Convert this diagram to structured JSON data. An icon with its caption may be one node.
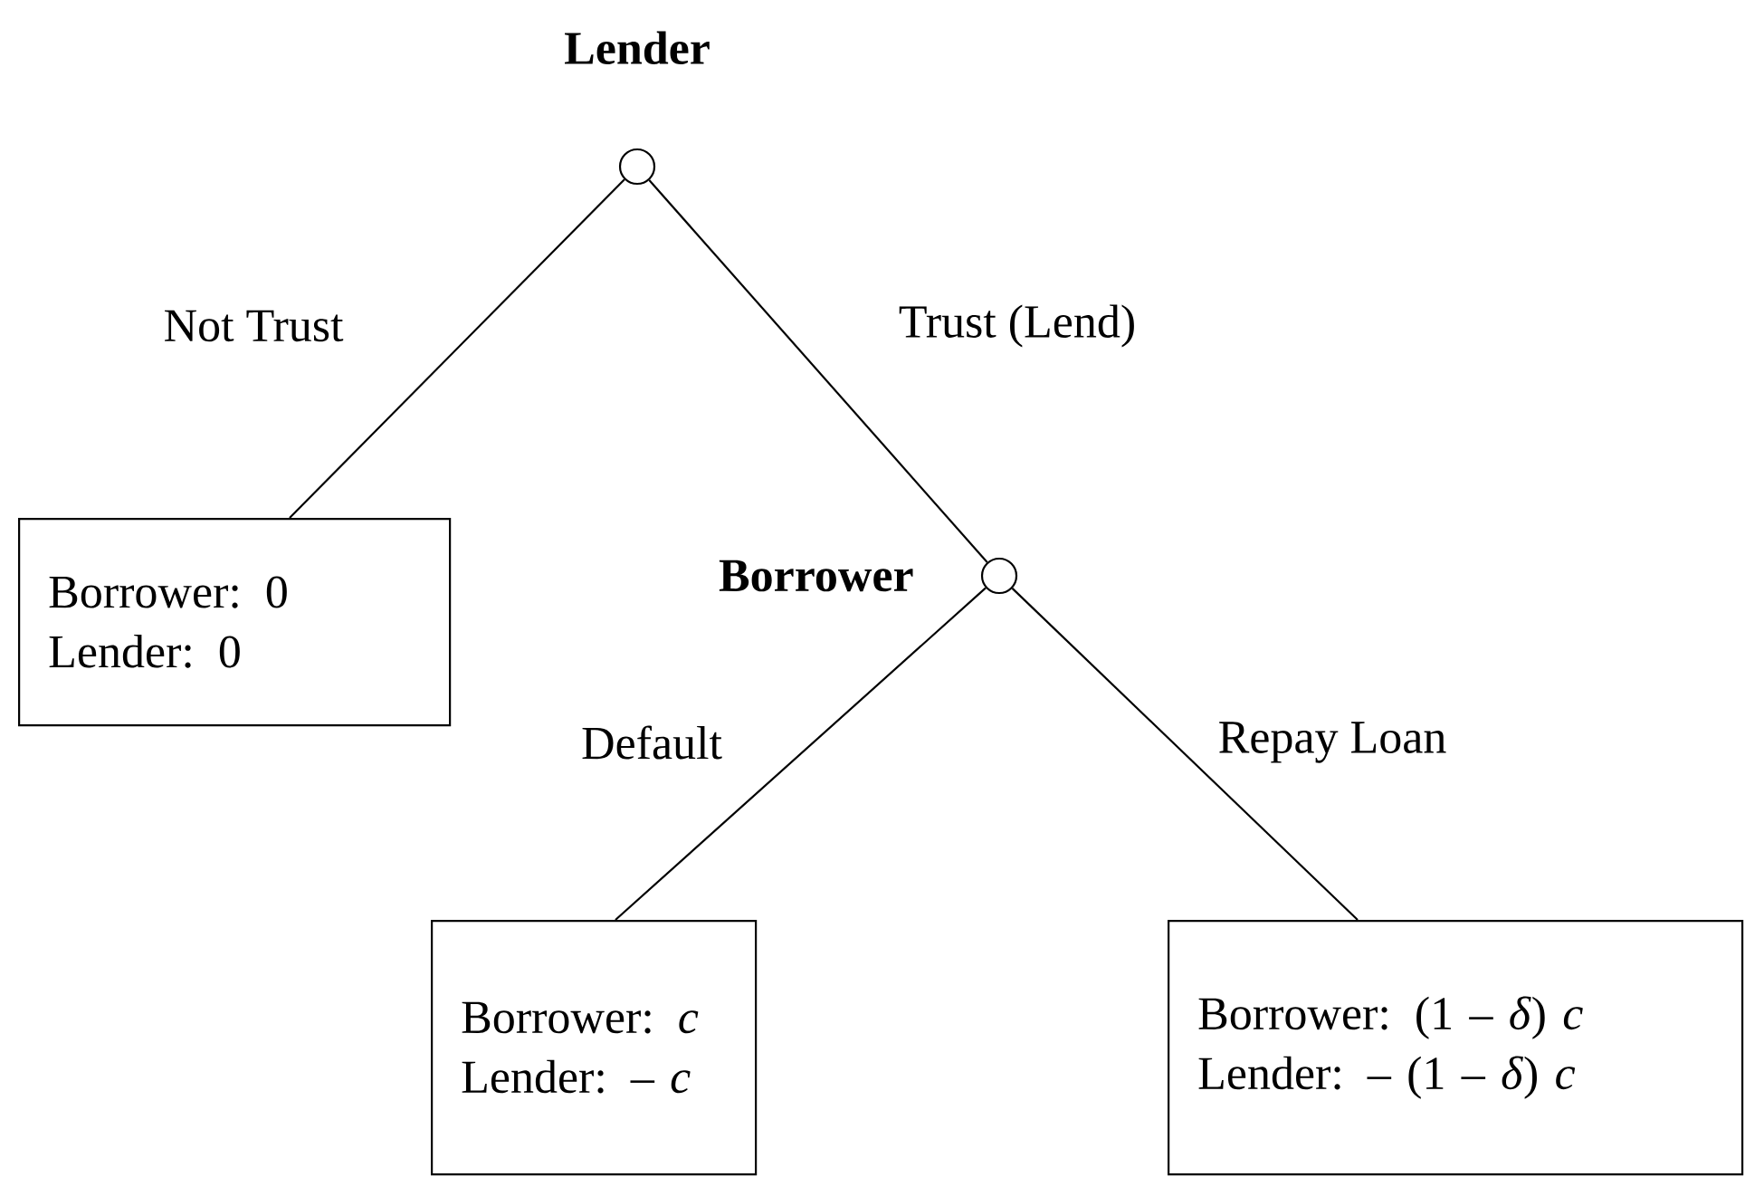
{
  "diagram": {
    "nodes": [
      {
        "text": [],
        "shape": "circle",
        "beside": [
          "Lender"
        ]
      },
      {
        "text": [
          "Borrower:  0",
          "Lender:  0"
        ]
      },
      {
        "text": [],
        "shape": "circle",
        "beside": [
          "Borrower"
        ]
      },
      {
        "text": [
          "Borrower:  *c*",
          "Lender:  – *c*"
        ]
      },
      {
        "text": [
          "Borrower:  (1 – *δ*) *c*",
          "Lender: – (1 – *δ*) *c*"
        ]
      }
    ],
    "edges": [
      {
        "from": 0,
        "to": 1,
        "arrow": "none",
        "label": "Not Trust"
      },
      {
        "from": 0,
        "to": 2,
        "arrow": "none",
        "label": "Trust (Lend)"
      },
      {
        "from": 2,
        "to": 3,
        "arrow": "none",
        "label": "Default"
      },
      {
        "from": 2,
        "to": 4,
        "arrow": "none",
        "label": "Repay Loan"
      }
    ]
  }
}
